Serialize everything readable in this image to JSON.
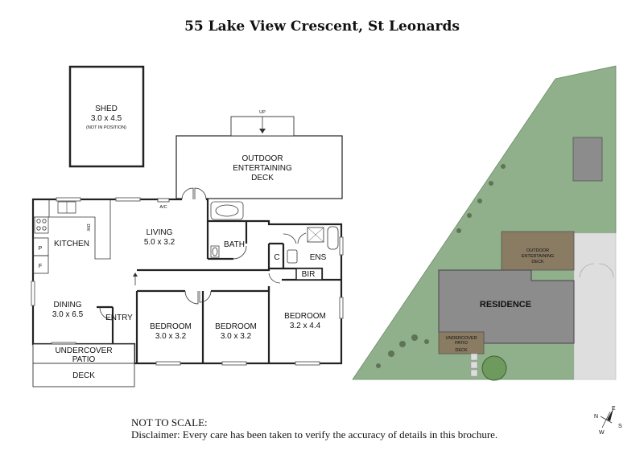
{
  "title": "55 Lake View Crescent, St Leonards",
  "rooms": {
    "shed": {
      "name": "SHED",
      "size": "3.0 x 4.5",
      "note": "(NOT IN POSITION)"
    },
    "outdoor_deck": {
      "name_line1": "OUTDOOR",
      "name_line2": "ENTERTAINING",
      "name_line3": "DECK"
    },
    "up": "UP",
    "ac": "A/C",
    "living": {
      "name": "LIVING",
      "size": "5.0 x 3.2"
    },
    "kitchen": {
      "name": "KITCHEN"
    },
    "dw": "DW",
    "pantry": "P",
    "fridge": "F",
    "bath": "BATH",
    "ens": "ENS",
    "c": "C",
    "bir": "BIR",
    "dining": {
      "name": "DINING",
      "size": "3.0 x 6.5"
    },
    "entry": "ENTRY",
    "bedroom1": {
      "name": "BEDROOM",
      "size": "3.0 x 3.2"
    },
    "bedroom2": {
      "name": "BEDROOM",
      "size": "3.0 x 3.2"
    },
    "bedroom3": {
      "name": "BEDROOM",
      "size": "3.2 x 4.4"
    },
    "patio": {
      "line1": "UNDERCOVER",
      "line2": "PATIO"
    },
    "deck": "DECK"
  },
  "site_plan": {
    "residence": "RESIDENCE",
    "outdoor_deck_line1": "OUTDOOR",
    "outdoor_deck_line2": "ENTERTAINING",
    "outdoor_deck_line3": "DECK",
    "patio_line1": "UNDERCOVER",
    "patio_line2": "PATIO",
    "deck": "DECK"
  },
  "footer": {
    "scale": "NOT TO SCALE:",
    "disclaimer": "Disclaimer: Every care has been taken to verify the accuracy of details in this brochure."
  },
  "compass": {
    "n": "N",
    "e": "E",
    "s": "S",
    "w": "W"
  },
  "colors": {
    "grass": "#8fb08a",
    "residence": "#8c8c8c",
    "deck": "#8a7b63",
    "driveway": "#dedede"
  }
}
